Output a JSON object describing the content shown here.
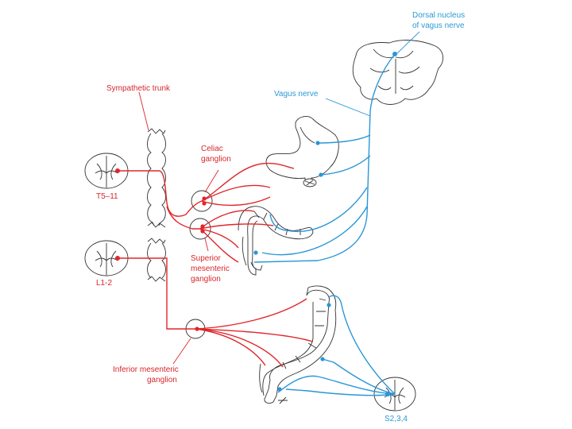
{
  "diagram": {
    "labels": {
      "dorsal_nucleus_line1": "Dorsal nucleus",
      "dorsal_nucleus_line2": "of vagus nerve",
      "vagus_nerve": "Vagus nerve",
      "sympathetic_trunk": "Sympathetic trunk",
      "celiac_line1": "Celiac",
      "celiac_line2": "ganglion",
      "t5_11": "T5–11",
      "l1_2": "L1-2",
      "superior_line1": "Superior",
      "superior_line2": "mesenteric",
      "superior_line3": "ganglion",
      "inferior_line1": "Inferior mesenteric",
      "inferior_line2": "ganglion",
      "s234": "S2,3,4"
    },
    "colors": {
      "sympathetic": "#e0262a",
      "parasympathetic": "#2a96d8",
      "outline": "#333333"
    },
    "icons": [
      "spinal-cord-section",
      "brainstem",
      "stomach",
      "colon",
      "ganglion",
      "sympathetic-chain"
    ]
  }
}
